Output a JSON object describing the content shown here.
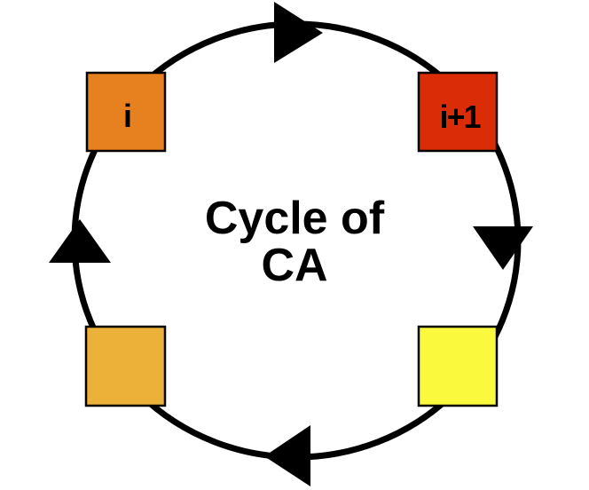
{
  "diagram": {
    "title": {
      "line1": "Cycle of",
      "line2": "CA"
    },
    "colors": {
      "background": "#FFFFFF",
      "line": "#000000",
      "arrow": "#000000",
      "node_border": "#000000",
      "text": "#000000"
    },
    "nodes": [
      {
        "position": "top-left",
        "label": "i",
        "color": "#E7811F"
      },
      {
        "position": "top-right",
        "label": "i+1",
        "color": "#DB2C08"
      },
      {
        "position": "bottom-right",
        "label": "",
        "color": "#FAF93D"
      },
      {
        "position": "bottom-left",
        "label": "",
        "color": "#ECB138"
      }
    ],
    "arrows": [
      {
        "position": "top",
        "direction": "right"
      },
      {
        "position": "right",
        "direction": "down"
      },
      {
        "position": "bottom",
        "direction": "left"
      },
      {
        "position": "left",
        "direction": "up"
      }
    ],
    "cycle_direction": "clockwise"
  }
}
